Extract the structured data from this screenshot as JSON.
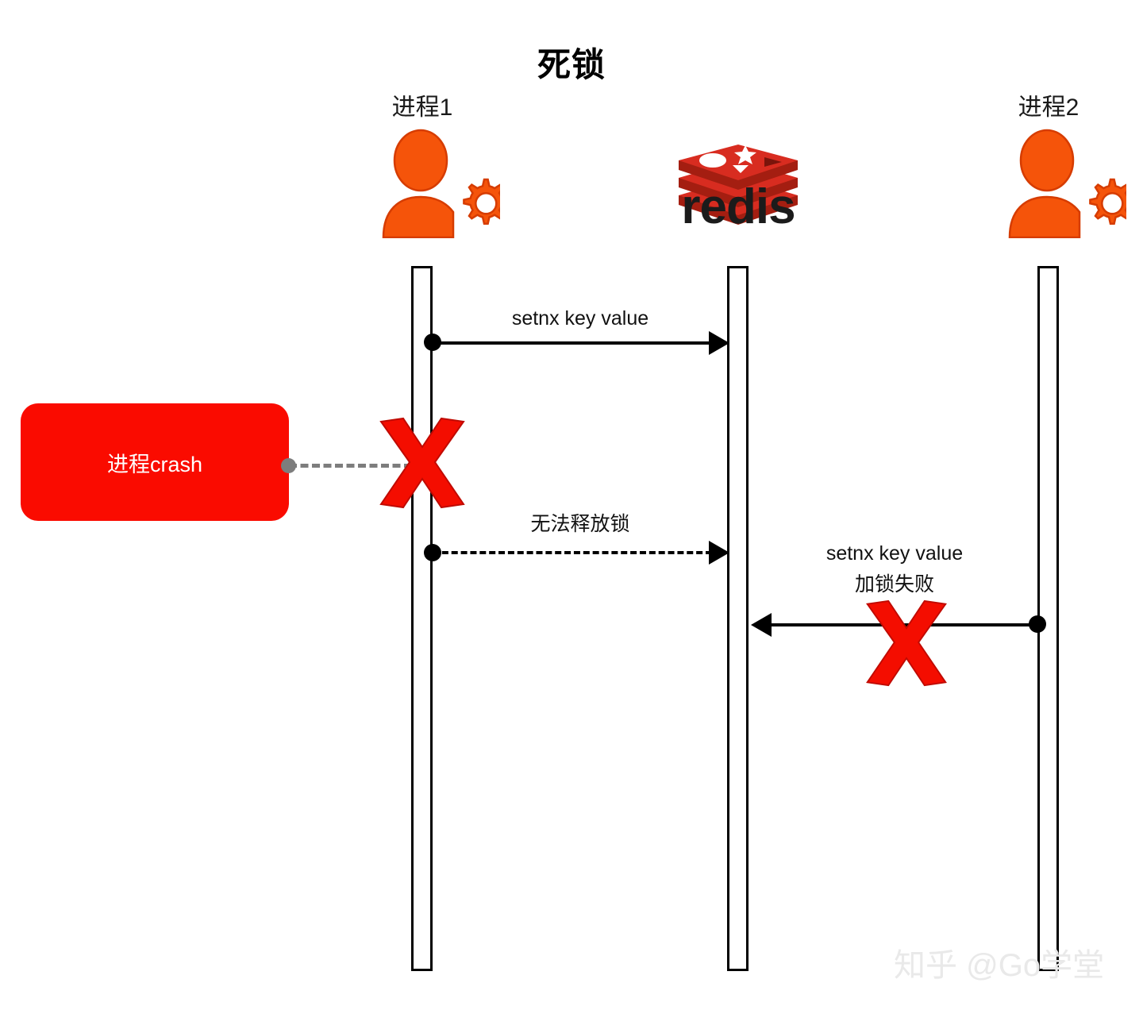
{
  "title": "死锁",
  "colors": {
    "actor_orange": "#f5540a",
    "redis_red": "#d82c20",
    "redis_red_dark": "#a41e11",
    "crash_red": "#fa0b00",
    "x_red": "#f40d00",
    "line_black": "#000000",
    "note_gray": "#7d7d7d",
    "watermark_gray": "#e9e9e9"
  },
  "actors": [
    {
      "id": "process1",
      "label": "进程1",
      "icon": "user-gear-icon"
    },
    {
      "id": "redis",
      "label": "redis",
      "icon": "redis-logo-icon"
    },
    {
      "id": "process2",
      "label": "进程2",
      "icon": "user-gear-icon"
    }
  ],
  "messages": [
    {
      "id": "m1",
      "label": "setnx key value",
      "from": "process1",
      "to": "redis",
      "style": "solid",
      "direction": "right",
      "crossed": false
    },
    {
      "id": "m2",
      "label": "无法释放锁",
      "from": "process1",
      "to": "redis",
      "style": "dashed",
      "direction": "right",
      "crossed": false
    },
    {
      "id": "m3",
      "label_line1": "setnx key value",
      "label_line2": "加锁失败",
      "from": "process2",
      "to": "redis",
      "style": "solid",
      "direction": "left",
      "crossed": true
    }
  ],
  "notes": [
    {
      "id": "crash-note",
      "label": "进程crash",
      "attached_to": "process1",
      "connector": "dashed"
    }
  ],
  "x_marks": [
    {
      "id": "x-process1-crash",
      "on": "process1"
    },
    {
      "id": "x-lock-failed",
      "on": "message-m3"
    }
  ],
  "watermark": "知乎 @Go学堂"
}
